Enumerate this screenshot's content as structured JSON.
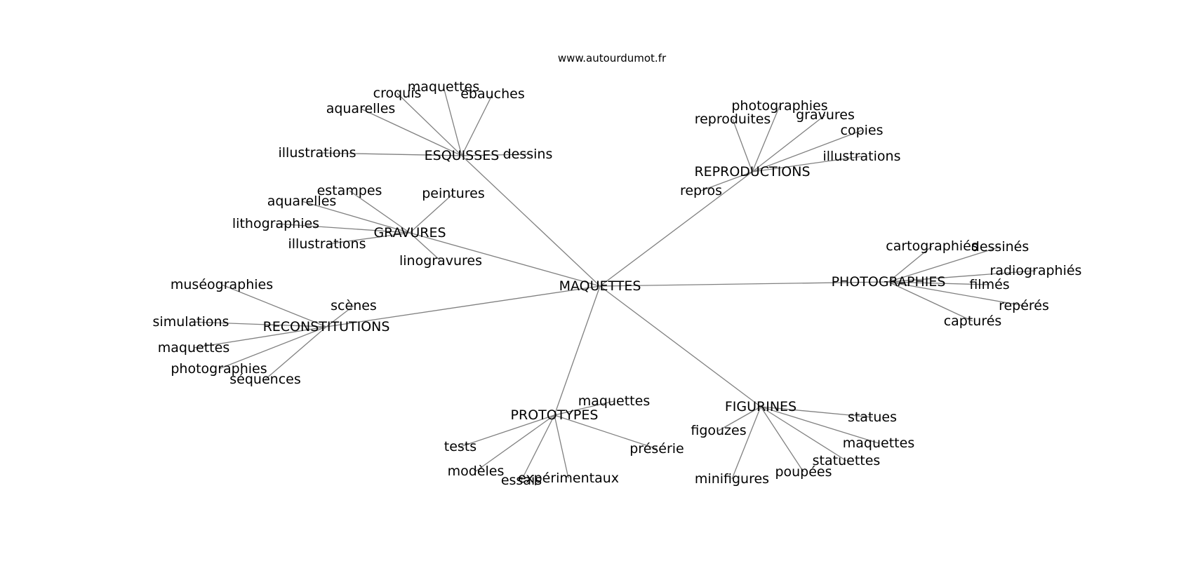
{
  "source": "www.autourdumot.fr",
  "colors": {
    "edge": "#808080",
    "text": "#000000",
    "background": "#ffffff"
  },
  "center": {
    "label": "MAQUETTES"
  },
  "groups": [
    {
      "id": "esquisses",
      "label": "ESQUISSES",
      "leaves": [
        "croquis",
        "maquettes",
        "ébauches",
        "aquarelles",
        "illustrations",
        "dessins"
      ]
    },
    {
      "id": "gravures",
      "label": "GRAVURES",
      "leaves": [
        "estampes",
        "peintures",
        "aquarelles",
        "lithographies",
        "illustrations",
        "linogravures"
      ]
    },
    {
      "id": "reconstitutions",
      "label": "RECONSTITUTIONS",
      "leaves": [
        "muséographies",
        "scènes",
        "simulations",
        "maquettes",
        "photographies",
        "séquences"
      ]
    },
    {
      "id": "reproductions",
      "label": "REPRODUCTIONS",
      "leaves": [
        "photographies",
        "reproduites",
        "gravures",
        "copies",
        "illustrations",
        "repros"
      ]
    },
    {
      "id": "photographies",
      "label": "PHOTOGRAPHIES",
      "leaves": [
        "cartographiés",
        "dessinés",
        "radiographiés",
        "filmés",
        "repérés",
        "capturés"
      ]
    },
    {
      "id": "prototypes",
      "label": "PROTOTYPES",
      "leaves": [
        "maquettes",
        "tests",
        "présérie",
        "modèles",
        "essais",
        "expérimentaux"
      ]
    },
    {
      "id": "figurines",
      "label": "FIGURINES",
      "leaves": [
        "statues",
        "figouzes",
        "maquettes",
        "statuettes",
        "poupées",
        "minifigures"
      ]
    }
  ]
}
